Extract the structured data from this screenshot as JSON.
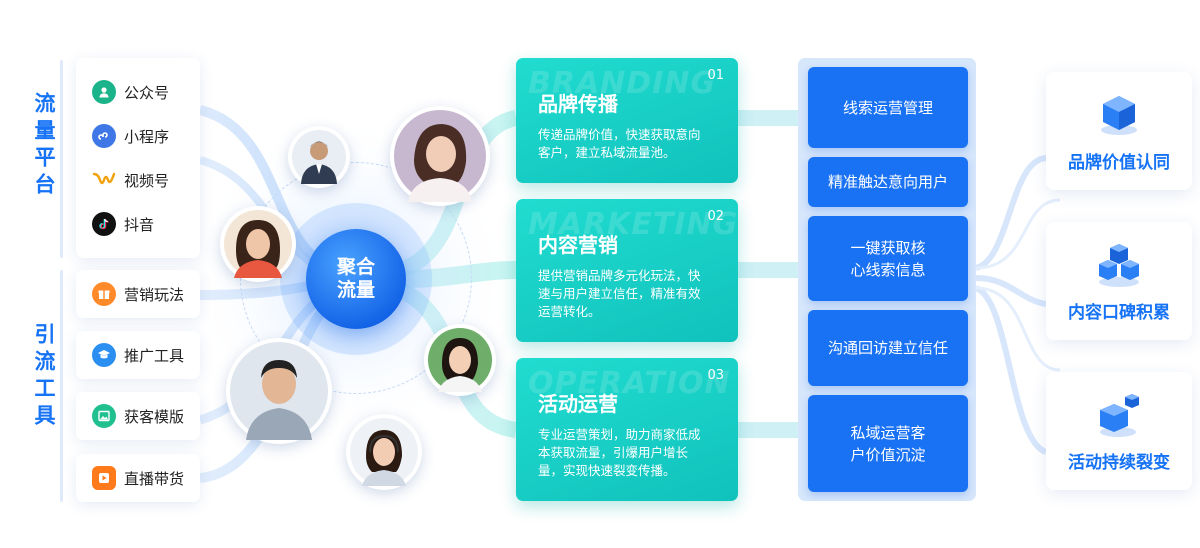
{
  "left": {
    "platform_title": "流量平台",
    "platforms": [
      {
        "label": "公众号",
        "icon": "wechat-official-account-icon",
        "color": "#1bb38a"
      },
      {
        "label": "小程序",
        "icon": "mini-program-icon",
        "color": "#3f78e6"
      },
      {
        "label": "视频号",
        "icon": "channels-icon",
        "color": "#f2a20c"
      },
      {
        "label": "抖音",
        "icon": "douyin-icon",
        "color": "#111111"
      }
    ],
    "tools_title": "引流工具",
    "tools": [
      {
        "label": "营销玩法",
        "icon": "gift-icon",
        "color": "#ff8a2a"
      },
      {
        "label": "推广工具",
        "icon": "graduate-icon",
        "color": "#2a8ff0"
      },
      {
        "label": "获客模版",
        "icon": "image-template-icon",
        "color": "#1fbf8f"
      },
      {
        "label": "直播带货",
        "icon": "live-play-icon",
        "color": "#ff7a1a"
      }
    ]
  },
  "hub": {
    "label": "聚合流量"
  },
  "cards": [
    {
      "num": "01",
      "watermark": "BRANDING",
      "title": "品牌传播",
      "desc_lines": [
        "传递品牌价值，快速获取意向",
        "客户，建立私域流量池。"
      ]
    },
    {
      "num": "02",
      "watermark": "MARKETING",
      "title": "内容营销",
      "desc_lines": [
        "提供营销品牌多元化玩法，快",
        "速与用户建立信任，精准有效",
        "运营转化。"
      ]
    },
    {
      "num": "03",
      "watermark": "OPERATION",
      "title": "活动运营",
      "desc_lines": [
        "专业运营策划，助力商家低成",
        "本获取流量，引爆用户增长",
        "量，实现快速裂变传播。"
      ]
    }
  ],
  "middle": [
    {
      "label": "线索运营管理"
    },
    {
      "label": "精准触达意向用户"
    },
    {
      "label": "一键获取核\n心线索信息"
    },
    {
      "label": "沟通回访建立信任"
    },
    {
      "label": "私域运营客\n户价值沉淀"
    }
  ],
  "outcomes": [
    {
      "label": "品牌价值认同",
      "icon": "single-cube-icon"
    },
    {
      "label": "内容口碑积累",
      "icon": "stacked-cubes-icon"
    },
    {
      "label": "活动持续裂变",
      "icon": "split-cubes-icon"
    }
  ],
  "colors": {
    "brand_blue": "#1673f5",
    "teal": "#14c9c2",
    "panel": "#d6e6fb"
  }
}
